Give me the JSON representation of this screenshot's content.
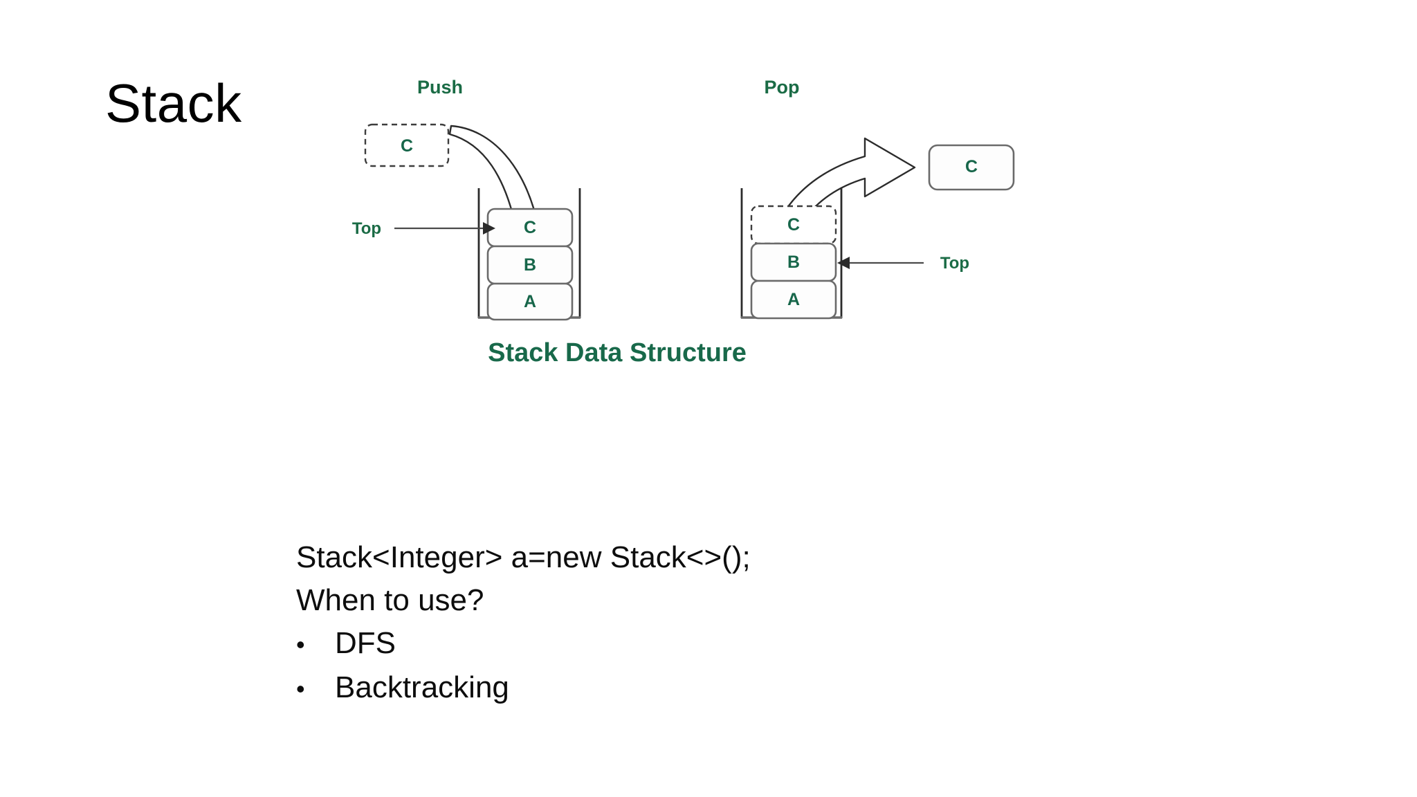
{
  "slide": {
    "title": "Stack"
  },
  "figure": {
    "caption": "Stack Data Structure",
    "push": {
      "label": "Push",
      "incoming_box_letter": "C",
      "top_label": "Top",
      "stack_items": [
        "C",
        "B",
        "A"
      ],
      "top_points_to": "C"
    },
    "pop": {
      "label": "Pop",
      "outgoing_box_letter": "C",
      "top_label": "Top",
      "stack_items": [
        "C",
        "B",
        "A"
      ],
      "removed_item": "C",
      "top_points_to": "B"
    },
    "colors": {
      "label_green": "#1a6b45",
      "letter_green": "#17664a",
      "caption_green": "#18694a",
      "box_border": "#6a6a6a",
      "container_line": "#2b2b2b",
      "arrow_outline": "#2b2b2b"
    }
  },
  "body": {
    "code_line": "Stack<Integer> a=new Stack<>();",
    "question_line": "When to use?",
    "bullet_char": "•",
    "bullets": [
      "DFS",
      "Backtracking"
    ]
  }
}
